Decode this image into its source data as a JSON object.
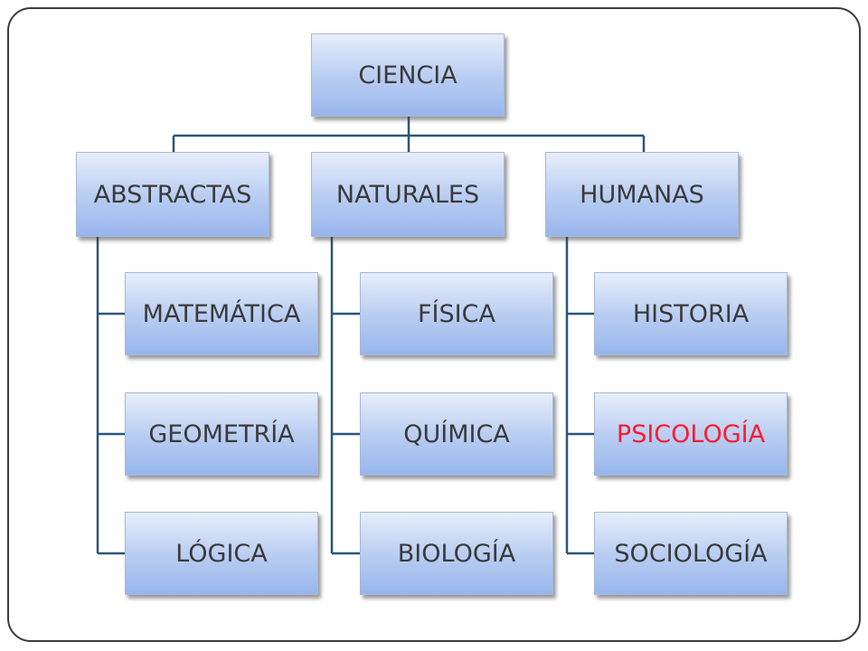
{
  "diagram": {
    "root": {
      "label": "CIENCIA"
    },
    "branches": [
      {
        "label": "ABSTRACTAS",
        "children": [
          "MATEMÁTICA",
          "GEOMETRÍA",
          "LÓGICA"
        ]
      },
      {
        "label": "NATURALES",
        "children": [
          "FÍSICA",
          "QUÍMICA",
          "BIOLOGÍA"
        ]
      },
      {
        "label": "HUMANAS",
        "children": [
          "HISTORIA",
          "PSICOLOGÍA",
          "SOCIOLOGÍA"
        ]
      }
    ],
    "colors": {
      "text": "#3a3a3a",
      "highlight": "#ff1a2e",
      "connector": "#2a557c",
      "box_top": "#e7eefb",
      "box_bottom": "#98b6ec"
    },
    "highlighted_item": "PSICOLOGÍA"
  }
}
